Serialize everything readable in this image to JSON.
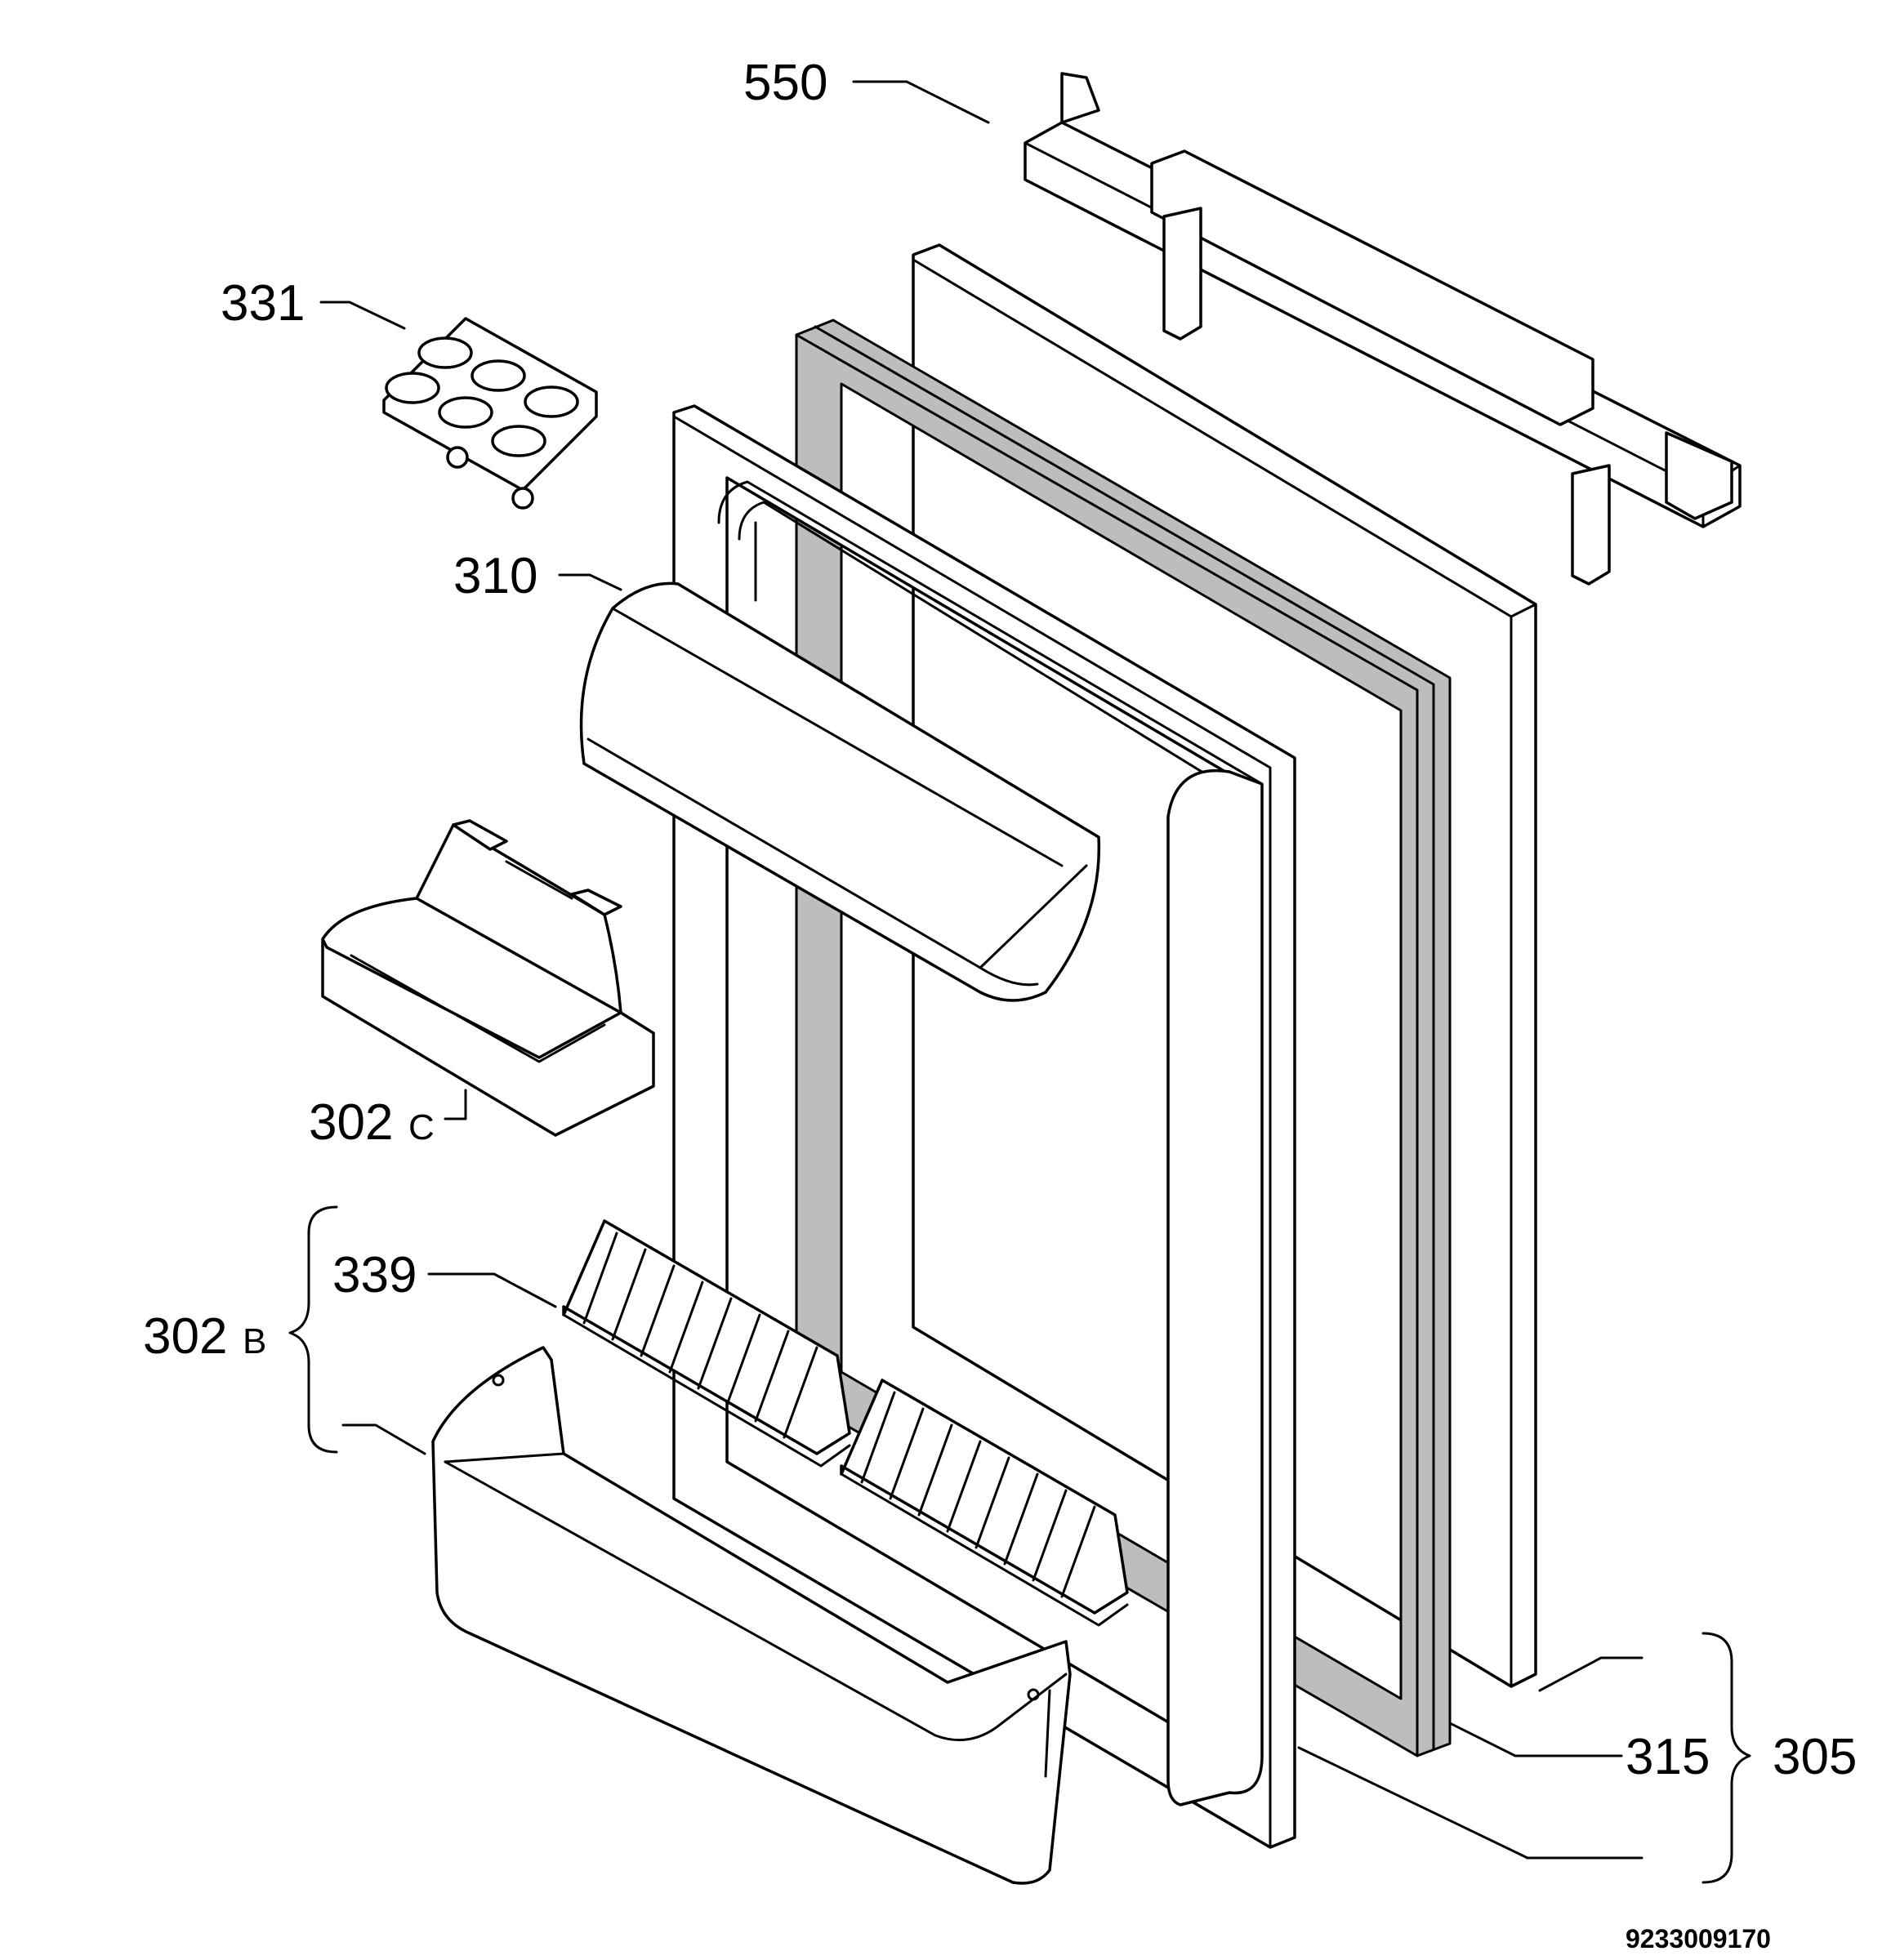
{
  "drawing": {
    "parts": [
      {
        "id": "550"
      },
      {
        "id": "331"
      },
      {
        "id": "310"
      },
      {
        "id": "302",
        "suffix": "C"
      },
      {
        "id": "339"
      },
      {
        "id": "302",
        "suffix": "B"
      },
      {
        "id": "315"
      },
      {
        "id": "305"
      }
    ],
    "drawing_number": "9233009170"
  }
}
